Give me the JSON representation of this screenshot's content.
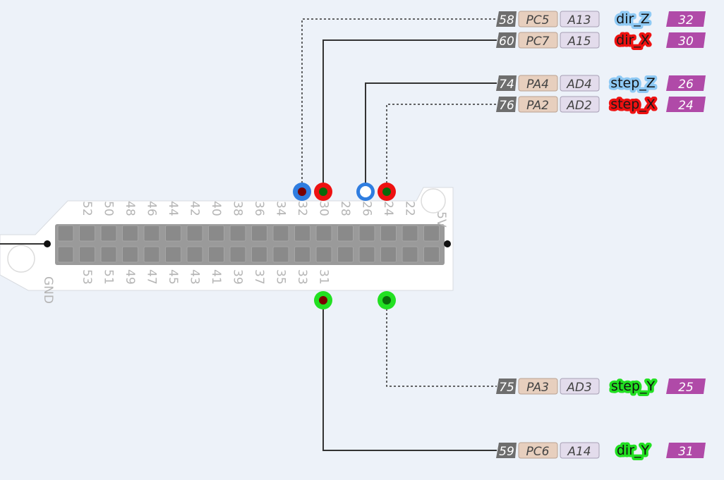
{
  "colors": {
    "background": "#edf2f9",
    "board": "#ffffff",
    "header_block": "#9a9a9a",
    "pin_square": "#8a8a8a",
    "silk_text": "#b5b5b5",
    "wire": "#333333",
    "pin_num_fill": "#6e6e6e",
    "port_fill": "#e7cfbe",
    "analog_fill": "#e3dcec",
    "arduino_pin_fill": "#b04aa8",
    "blue": "#2f7de0",
    "light_blue": "#8ec9f4",
    "red": "#ee1111",
    "green": "#22e022",
    "dark_red": "#7a0000",
    "dark_green": "#0a6a0a"
  },
  "header": {
    "top_labels": [
      "52",
      "50",
      "48",
      "46",
      "44",
      "42",
      "40",
      "38",
      "36",
      "34",
      "32",
      "30",
      "28",
      "26",
      "24",
      "22"
    ],
    "bottom_labels": [
      "53",
      "51",
      "49",
      "47",
      "45",
      "43",
      "41",
      "39",
      "37",
      "35",
      "33",
      "31"
    ],
    "left_label": "GND",
    "right_label": "5V"
  },
  "pins": [
    {
      "mcu_pin": "58",
      "port": "PC5",
      "analog": "A13",
      "signal": "dir_Z",
      "arduino": "32",
      "signal_color": "light_blue",
      "marker": "blue",
      "marker_style": "filled-dark-red",
      "wire": "dashed"
    },
    {
      "mcu_pin": "60",
      "port": "PC7",
      "analog": "A15",
      "signal": "dir_X",
      "arduino": "30",
      "signal_color": "red",
      "marker": "red",
      "marker_style": "filled-dark-green",
      "wire": "solid"
    },
    {
      "mcu_pin": "74",
      "port": "PA4",
      "analog": "AD4",
      "signal": "step_Z",
      "arduino": "26",
      "signal_color": "light_blue",
      "marker": "blue",
      "marker_style": "hollow-white",
      "wire": "solid"
    },
    {
      "mcu_pin": "76",
      "port": "PA2",
      "analog": "AD2",
      "signal": "step_X",
      "arduino": "24",
      "signal_color": "red",
      "marker": "red",
      "marker_style": "filled-dark-green",
      "wire": "dashed"
    },
    {
      "mcu_pin": "75",
      "port": "PA3",
      "analog": "AD3",
      "signal": "step_Y",
      "arduino": "25",
      "signal_color": "green",
      "marker": "green",
      "marker_style": "filled-dark-green",
      "wire": "dashed"
    },
    {
      "mcu_pin": "59",
      "port": "PC6",
      "analog": "A14",
      "signal": "dir_Y",
      "arduino": "31",
      "signal_color": "green",
      "marker": "green",
      "marker_style": "filled-dark-red",
      "wire": "solid"
    }
  ]
}
